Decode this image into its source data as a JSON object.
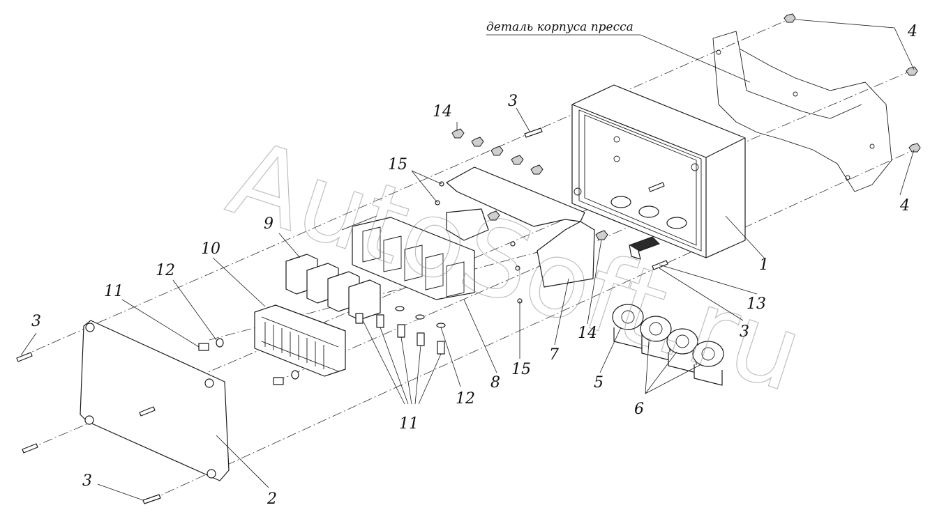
{
  "caption": "деталь корпуса пресса",
  "watermark": "AutoSoft.ru",
  "callouts": {
    "c1": "1",
    "c2": "2",
    "c3a": "3",
    "c3b": "3",
    "c3c": "3",
    "c3d": "3",
    "c4a": "4",
    "c4b": "4",
    "c5": "5",
    "c6": "6",
    "c7": "7",
    "c8": "8",
    "c9": "9",
    "c10": "10",
    "c11a": "11",
    "c11b": "11",
    "c12a": "12",
    "c12b": "12",
    "c13": "13",
    "c14a": "14",
    "c14b": "14",
    "c15a": "15",
    "c15b": "15"
  }
}
